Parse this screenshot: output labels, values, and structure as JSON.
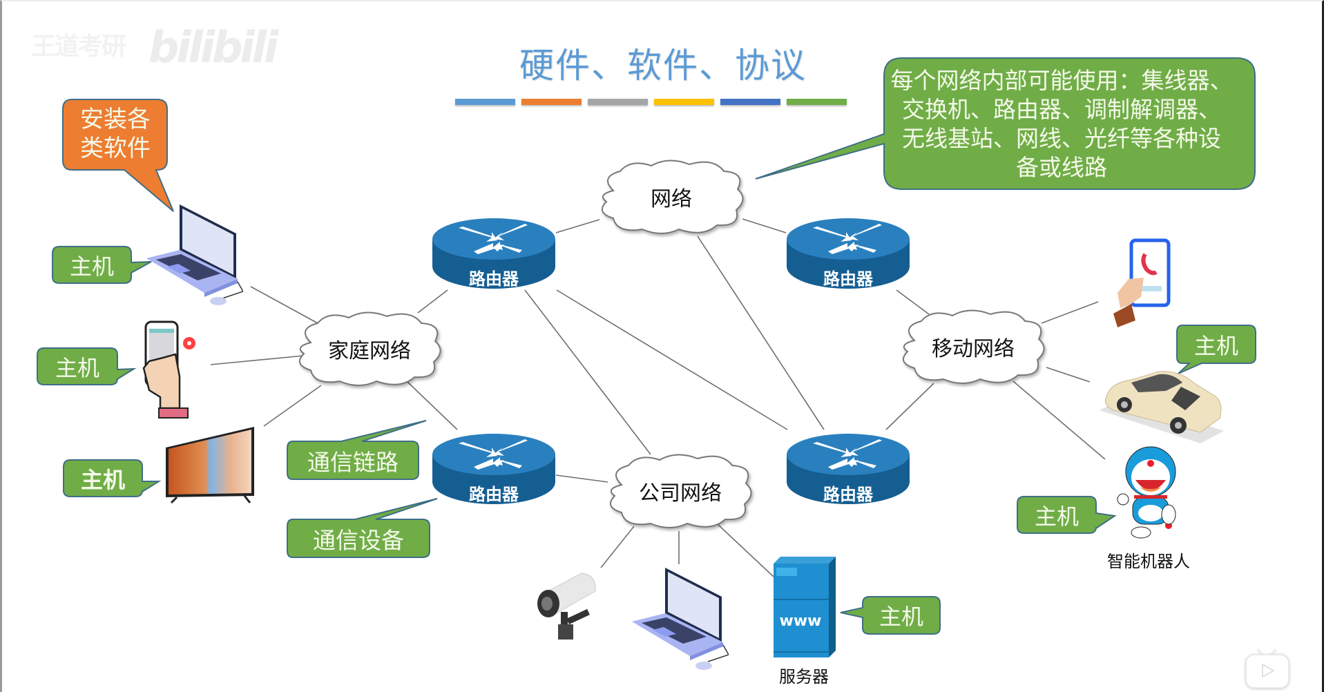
{
  "watermark": {
    "channel": "王道考研",
    "platform": "bilibili"
  },
  "slide": {
    "title": "硬件、软件、协议",
    "title_color": "#5b9bd5",
    "divider_colors": [
      "#5b9bd5",
      "#ed7d31",
      "#a5a5a5",
      "#ffc000",
      "#4472c4",
      "#70ad47"
    ]
  },
  "clouds": {
    "internet": "网络",
    "home": "家庭网络",
    "company": "公司网络",
    "mobile": "移动网络"
  },
  "routers": {
    "label": "路由器",
    "color": "#1f6fa8"
  },
  "callouts": {
    "network_devices": "每个网络内部可能使用：集线器、交换机、路由器、调制解调器、无线基站、网线、光纤等各种设备或线路",
    "network_devices_lines": [
      "每个网络内部可能使用：集线器、",
      "交换机、路由器、调制解调器、",
      "无线基站、网线、光纤等各种设",
      "备或线路"
    ],
    "install_software_lines": [
      "安装各",
      "类软件"
    ],
    "comm_link": "通信链路",
    "comm_device": "通信设备",
    "host": "主机",
    "green": "#70ad47",
    "orange": "#ed7d31"
  },
  "devices": {
    "server_label": "服务器",
    "server_screen": "www",
    "robot_label": "智能机器人"
  },
  "player": {
    "icon": "bilibili-tv-play-icon"
  }
}
